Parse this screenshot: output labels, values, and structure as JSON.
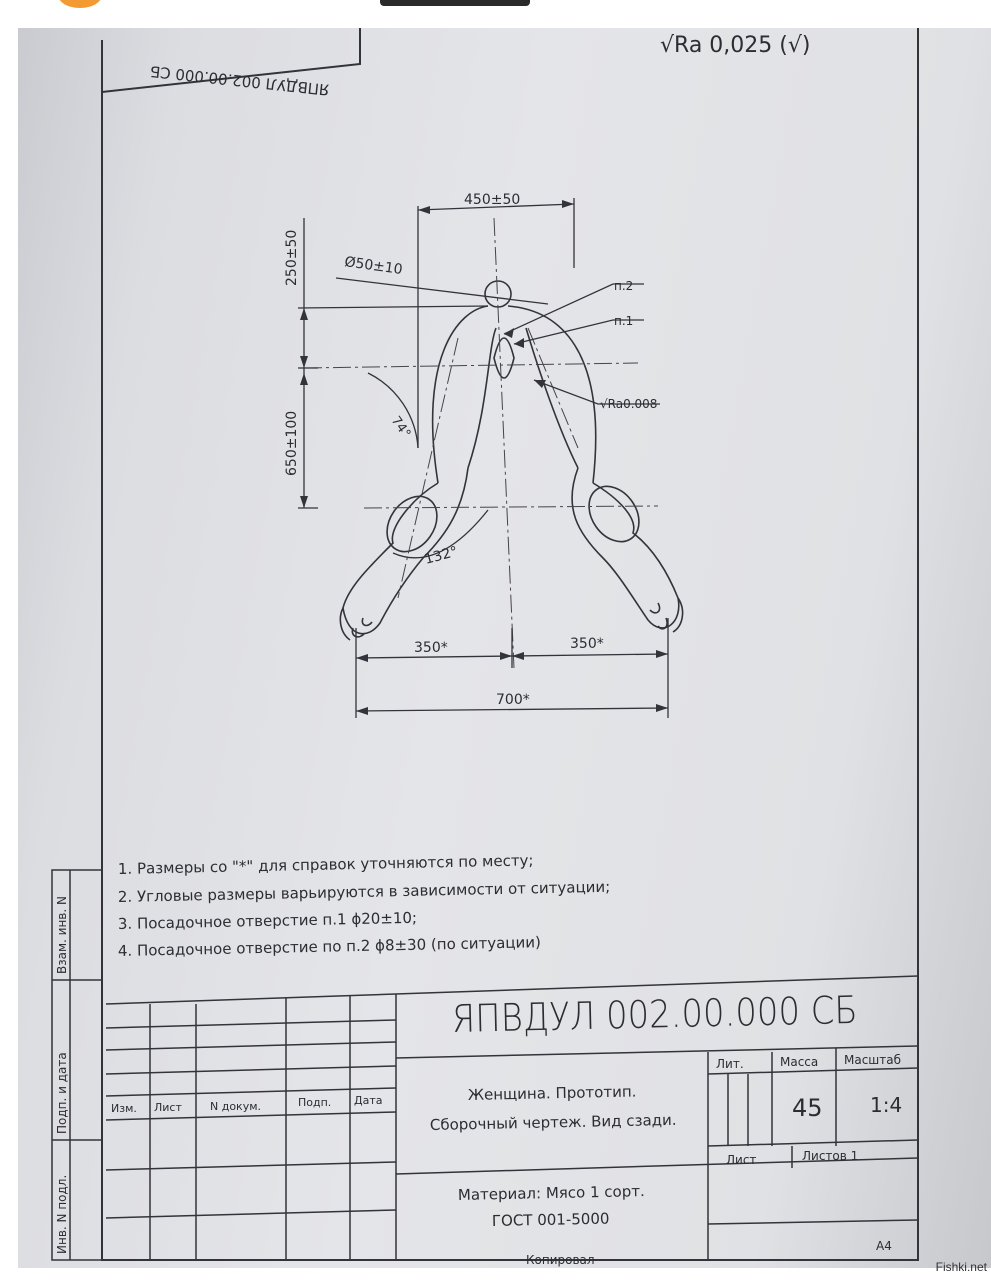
{
  "header": {
    "stamp_mirrored": "ЯПВДУЛ 002.00.000 СБ",
    "roughness": "√Ra 0,025 (√)"
  },
  "drawing": {
    "dim_top": "450±50",
    "dim_diameter": "Ø50±10",
    "dim_vertical_1": "250±50",
    "dim_vertical_2": "650±100",
    "callout_p2": "п.2",
    "callout_p1": "п.1",
    "callout_roughness": "√Ra0.008",
    "angle_1": "74°",
    "angle_2": "132°",
    "dim_left": "350*",
    "dim_right": "350*",
    "dim_total": "700*"
  },
  "notes": [
    "1. Размеры со \"*\" для справок уточняются по месту;",
    "2. Угловые размеры варьируются в зависимости от ситуации;",
    "3. Посадочное отверстие п.1 ϕ20±10;",
    "4. Посадочное отверстие по п.2 ϕ8±30 (по ситуации)"
  ],
  "side_labels": [
    "Инв. N подл.",
    "Подп. и дата",
    "Взам. инв. N"
  ],
  "title_block": {
    "designation": "ЯПВДУЛ 002.00.000 СБ",
    "name_line1": "Женщина. Прототип.",
    "name_line2": "Сборочный чертеж. Вид сзади.",
    "material_line1": "Материал: Мясо 1 сорт.",
    "material_line2": "ГОСТ 001-5000",
    "col_headers": [
      "Изм.",
      "Лист",
      "N докум.",
      "Подп.",
      "Дата"
    ],
    "litera_header": "Лит.",
    "mass_header": "Масса",
    "scale_header": "Масштаб",
    "mass_value": "45",
    "scale_value": "1:4",
    "sheet_label": "Лист",
    "sheets_label": "Листов 1",
    "copied": "Копировал",
    "format": "А4"
  },
  "watermark": "Fishki.net"
}
